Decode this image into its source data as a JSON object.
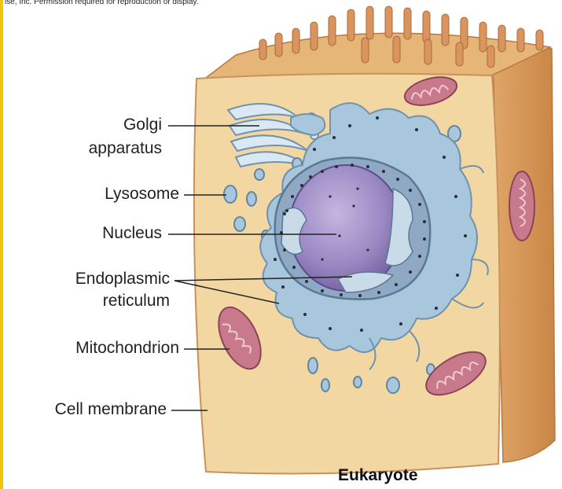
{
  "copyright": "ise, Inc. Permission required for reproduction or display.",
  "labels": {
    "golgi_line1": "Golgi",
    "golgi_line2": "apparatus",
    "lysosome": "Lysosome",
    "nucleus": "Nucleus",
    "er_line1": "Endoplasmic",
    "er_line2": "reticulum",
    "mitochondrion": "Mitochondrion",
    "cell_membrane": "Cell membrane"
  },
  "title": "Eukaryote",
  "colors": {
    "cytoplasm": "#f3d7a3",
    "cell_side": "#d99a5e",
    "cell_top": "#e8b878",
    "microvilli": "#d9925a",
    "er": "#a9c7dc",
    "er_dark": "#6f93ad",
    "nucleus": "#8f7cb8",
    "mitochondrion": "#c87a8c",
    "accent_strip": "#f0c60a"
  }
}
